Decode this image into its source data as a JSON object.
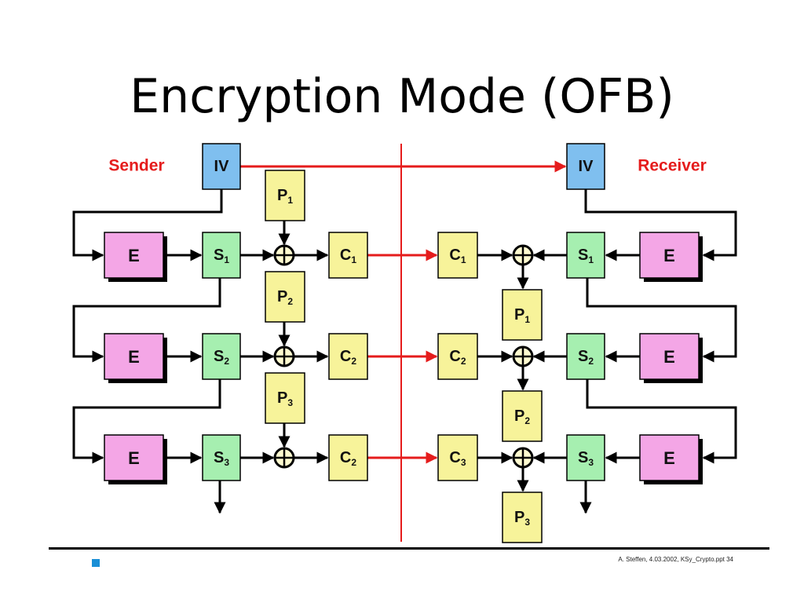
{
  "title": "Encryption Mode (OFB)",
  "sender_label": "Sender",
  "receiver_label": "Receiver",
  "iv_label": "IV",
  "encrypt_label": "E",
  "sender_rows": [
    {
      "s": "S",
      "s_sub": "1",
      "p": "P",
      "p_sub": "1",
      "c": "C",
      "c_sub": "1"
    },
    {
      "s": "S",
      "s_sub": "2",
      "p": "P",
      "p_sub": "2",
      "c": "C",
      "c_sub": "2"
    },
    {
      "s": "S",
      "s_sub": "3",
      "p": "P",
      "p_sub": "3",
      "c": "C",
      "c_sub": "2"
    }
  ],
  "receiver_rows": [
    {
      "s": "S",
      "s_sub": "1",
      "p": "P",
      "p_sub": "1",
      "c": "C",
      "c_sub": "1"
    },
    {
      "s": "S",
      "s_sub": "2",
      "p": "P",
      "p_sub": "2",
      "c": "C",
      "c_sub": "2"
    },
    {
      "s": "S",
      "s_sub": "3",
      "p": "P",
      "p_sub": "3",
      "c": "C",
      "c_sub": "3"
    }
  ],
  "footer": "A. Steffen, 4.03.2002, KSy_Crypto.ppt 34",
  "colors": {
    "iv": "#7fbfef",
    "encrypt": "#f4a6e6",
    "stream": "#a6efb0",
    "text_block": "#f7f39a",
    "accent_red": "#e51c1c",
    "bullet": "#1a8fd6"
  }
}
